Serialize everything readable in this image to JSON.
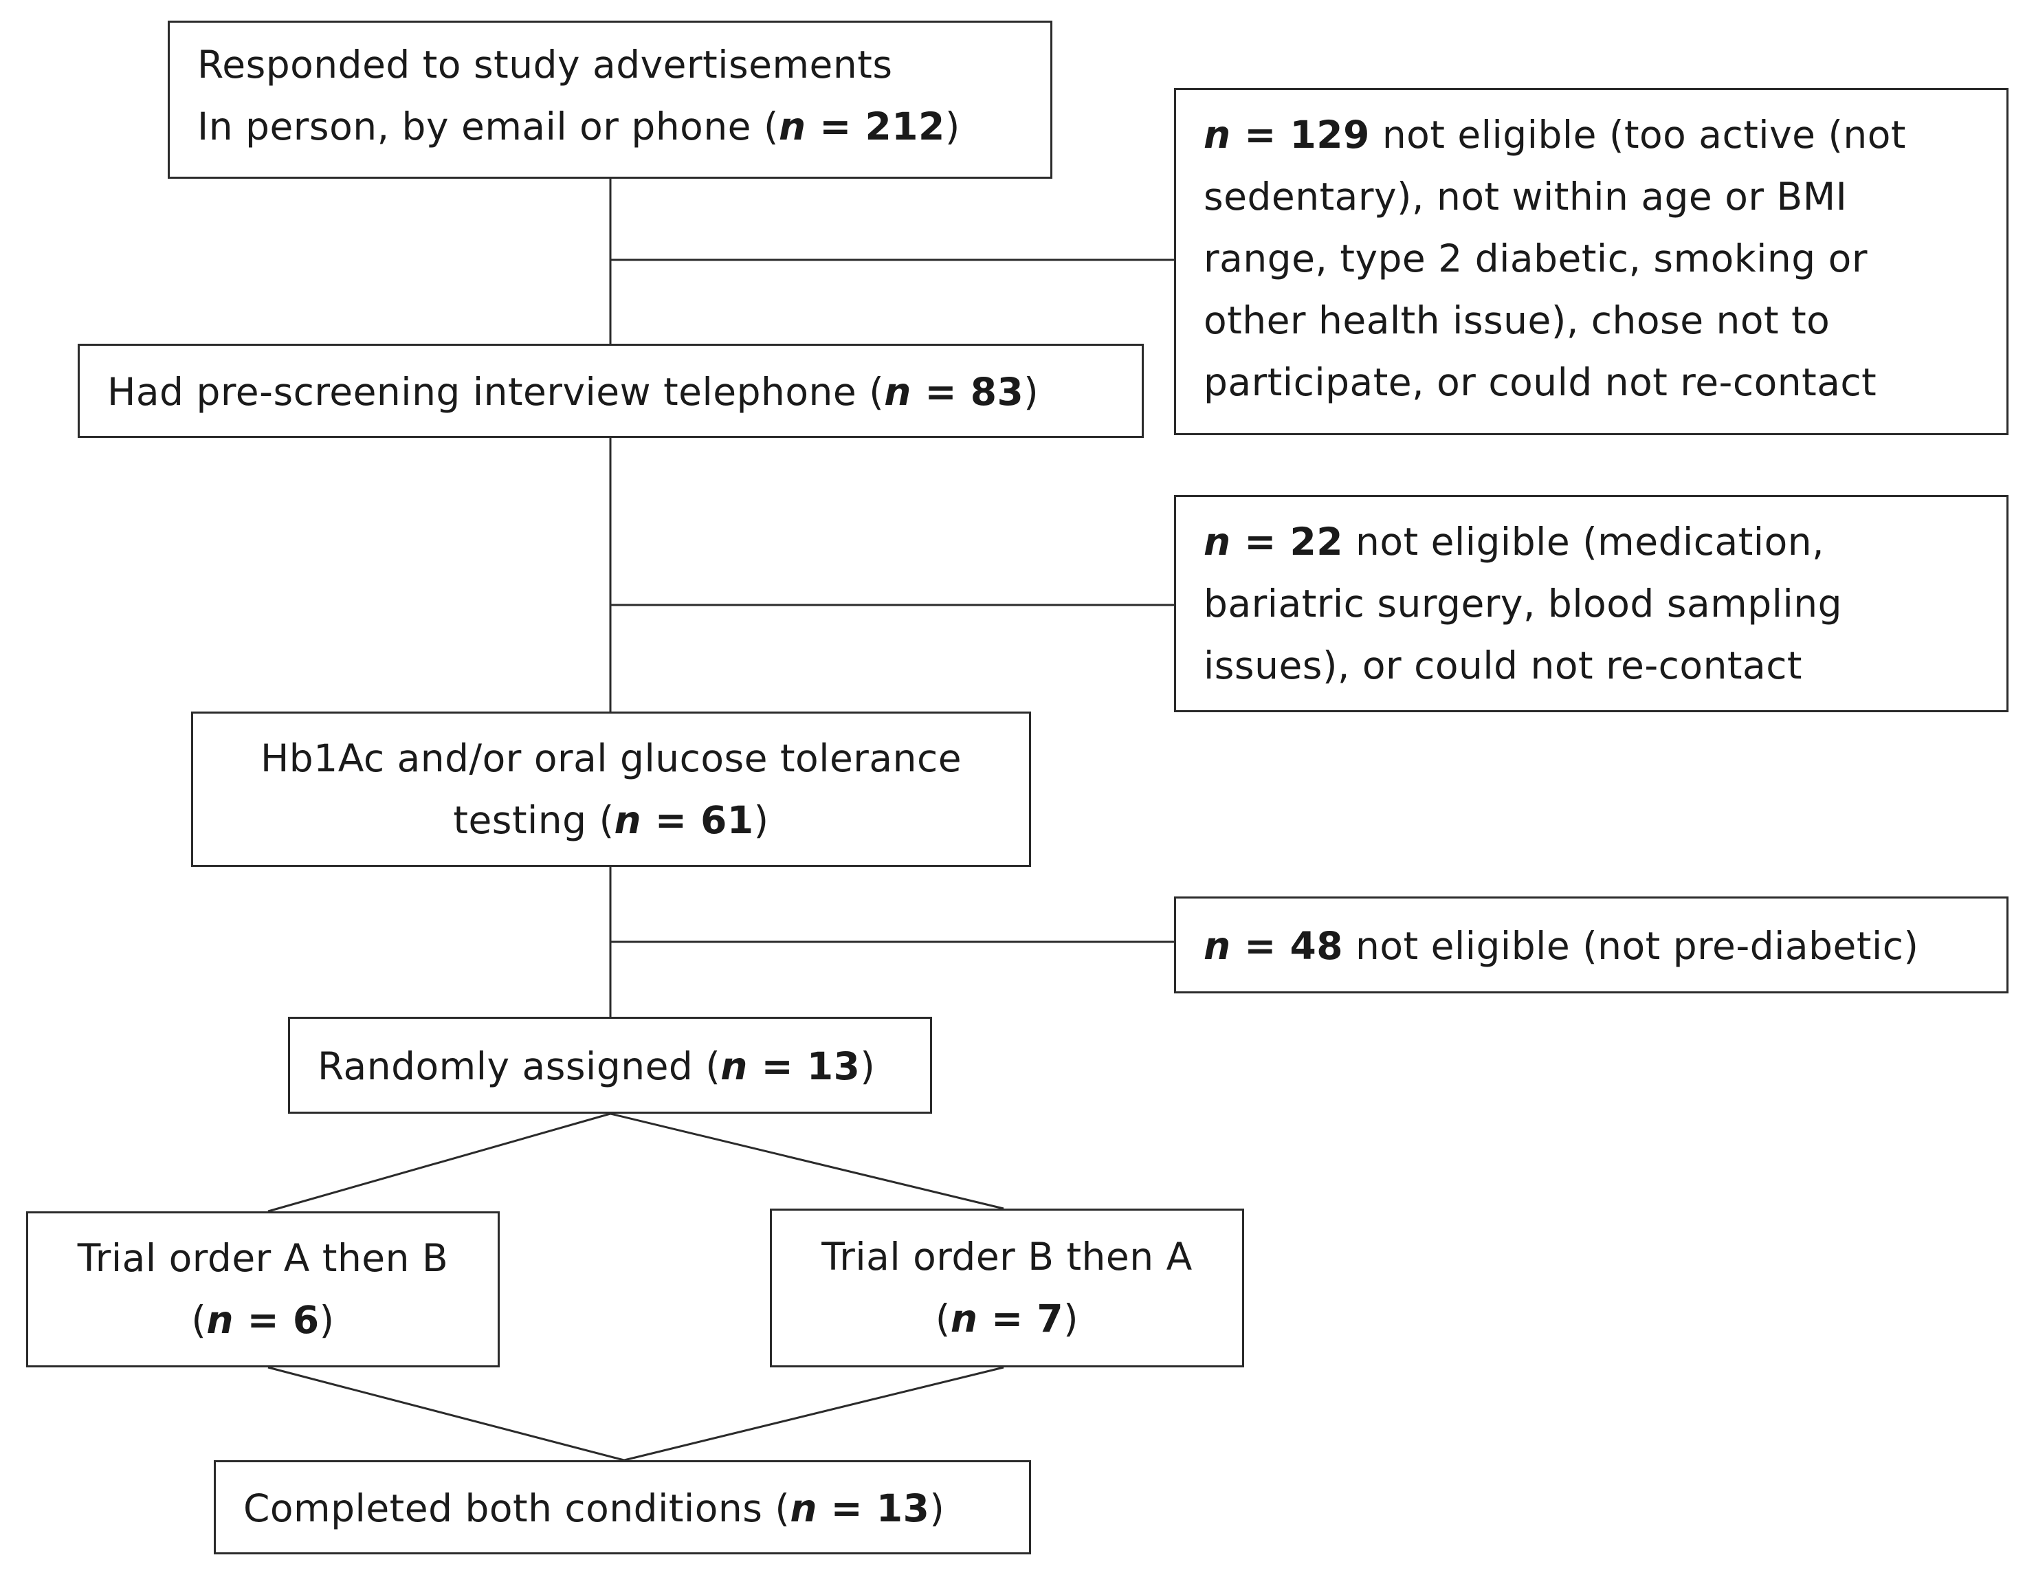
{
  "nodes": {
    "responded": {
      "line1": "Responded to study advertisements",
      "line2_prefix": "In person, by email or phone (",
      "n_symbol": "n",
      "n_value": " = 212",
      "suffix": ")"
    },
    "prescreen": {
      "prefix": "Had pre-screening interview telephone (",
      "n_symbol": "n",
      "n_value": " = 83",
      "suffix": ")"
    },
    "hb1ac": {
      "line1": "Hb1Ac and/or oral glucose tolerance",
      "line2_prefix": "testing (",
      "n_symbol": "n",
      "n_value": " = 61",
      "suffix": ")"
    },
    "random": {
      "prefix": "Randomly assigned (",
      "n_symbol": "n",
      "n_value": " = 13",
      "suffix": ")"
    },
    "order_ab": {
      "line1": "Trial order A then B",
      "line2_prefix": "(",
      "n_symbol": "n",
      "n_value": " = 6",
      "suffix": ")"
    },
    "order_ba": {
      "line1": "Trial order B then A",
      "line2_prefix": "(",
      "n_symbol": "n",
      "n_value": " = 7",
      "suffix": ")"
    },
    "completed": {
      "prefix": "Completed both conditions (",
      "n_symbol": "n",
      "n_value": " = 13",
      "suffix": ")"
    }
  },
  "exclusions": {
    "excl1": {
      "n_symbol": "n",
      "n_value": " = 129",
      "line1_rest": " not eligible (too active (not",
      "line2": "sedentary), not within age or BMI",
      "line3": "range, type 2 diabetic, smoking or",
      "line4": "other health issue), chose not to",
      "line5": "participate, or could not re-contact"
    },
    "excl2": {
      "n_symbol": "n",
      "n_value": " = 22",
      "line1_rest": " not eligible (medication,",
      "line2": "bariatric surgery, blood sampling",
      "line3": "issues), or could not re-contact"
    },
    "excl3": {
      "n_symbol": "n",
      "n_value": " = 48",
      "line1_rest": " not eligible (not pre-diabetic)"
    }
  }
}
